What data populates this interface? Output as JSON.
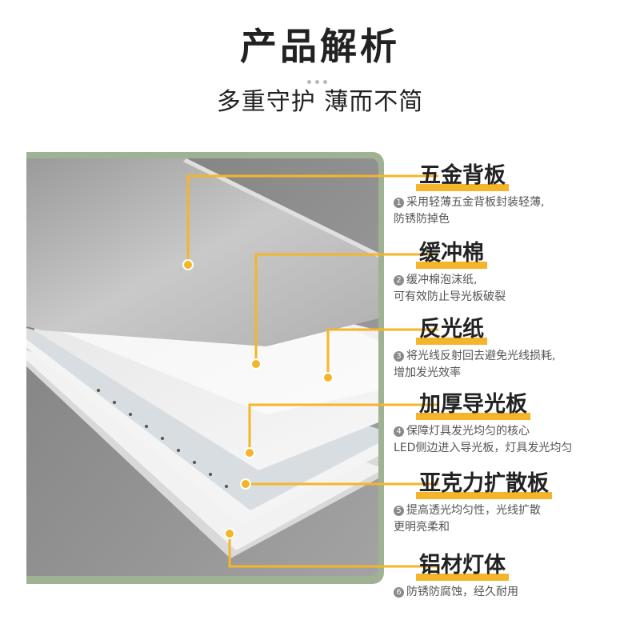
{
  "header": {
    "title": "产品解析",
    "subtitle": "多重守护  薄而不简"
  },
  "colors": {
    "accent": "#f5b52a",
    "frame": "#9fb394",
    "photo_bg": "#8c8c8c"
  },
  "layers": [
    {
      "name": "五金背板",
      "number": "1",
      "lines": [
        "采用轻薄五金背板封装轻薄,",
        "防锈防掉色"
      ]
    },
    {
      "name": "缓冲棉",
      "number": "2",
      "lines": [
        "缓冲棉泡沫纸,",
        "可有效防止导光板破裂"
      ]
    },
    {
      "name": "反光纸",
      "number": "3",
      "lines": [
        "将光线反射回去避免光线损耗,",
        "增加发光效率"
      ]
    },
    {
      "name": "加厚导光板",
      "number": "4",
      "lines": [
        "保障灯具发光均匀的核心",
        "LED侧边进入导光板，灯具发光均匀"
      ]
    },
    {
      "name": "亚克力扩散板",
      "number": "5",
      "lines": [
        "提高透光均匀性，光线扩散",
        "更明亮柔和"
      ]
    },
    {
      "name": "铝材灯体",
      "number": "6",
      "lines": [
        "防锈防腐蚀，经久耐用"
      ]
    }
  ]
}
